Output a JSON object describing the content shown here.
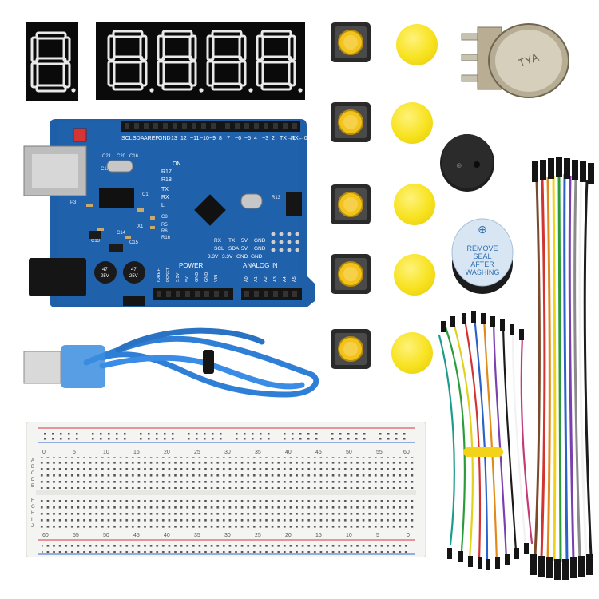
{
  "colors": {
    "background": "#ffffff",
    "board_blue": "#1f5fa8",
    "header_black": "#151515",
    "button_cap_yellow": "#f2c41a",
    "cap_yellow": "#f7e21e",
    "cable_blue": "#2f7fd6",
    "breadboard": "#f4f4f2",
    "rail_red": "#d9333f",
    "rail_blue": "#3366cc"
  },
  "board": {
    "top_labels": [
      "SCL",
      "SDA",
      "AREF",
      "GND",
      "13",
      "12",
      "~11",
      "~10",
      "~9",
      "8",
      "7",
      "~6",
      "~5",
      "4",
      "~3",
      "2",
      "TX→1",
      "RX←0"
    ],
    "labels": [
      "ON",
      "R17",
      "R18",
      "TX",
      "RX",
      "L"
    ],
    "silk": {
      "row1": [
        "RX",
        "TX",
        "5V",
        "GND"
      ],
      "row2": [
        "SCL",
        "SDA",
        "5V",
        "GND"
      ],
      "row3": [
        "3.3V",
        "3.3V",
        "GND",
        "GND"
      ],
      "power": "POWER",
      "analog": "ANALOG IN",
      "power_pins": [
        "IOREF",
        "RESET",
        "3.3V",
        "5V",
        "GND",
        "GND",
        "VIN"
      ],
      "analog_pins": [
        "A0",
        "A1",
        "A2",
        "A3",
        "A4",
        "A5"
      ]
    },
    "parts": [
      "C21",
      "C20",
      "C16",
      "C12",
      "C15",
      "C13",
      "C14",
      "C1",
      "C8",
      "R5",
      "R6",
      "R16",
      "R13",
      "X1",
      "P3"
    ],
    "capacitors": [
      {
        "line1": "47",
        "line2": "25V"
      },
      {
        "line1": "47",
        "line2": "25V"
      }
    ]
  },
  "breadboard": {
    "numbers": [
      "0",
      "5",
      "10",
      "15",
      "20",
      "25",
      "30",
      "35",
      "40",
      "45",
      "50",
      "55",
      "60"
    ],
    "row_letters_top": [
      "A",
      "B",
      "C",
      "D",
      "E"
    ],
    "row_letters_bottom": [
      "F",
      "G",
      "H",
      "I",
      "J"
    ]
  },
  "buzzer_sticker": {
    "lines": [
      "REMOVE",
      "SEAL",
      "AFTER",
      "WASHING"
    ]
  },
  "pot_label": "TYA"
}
